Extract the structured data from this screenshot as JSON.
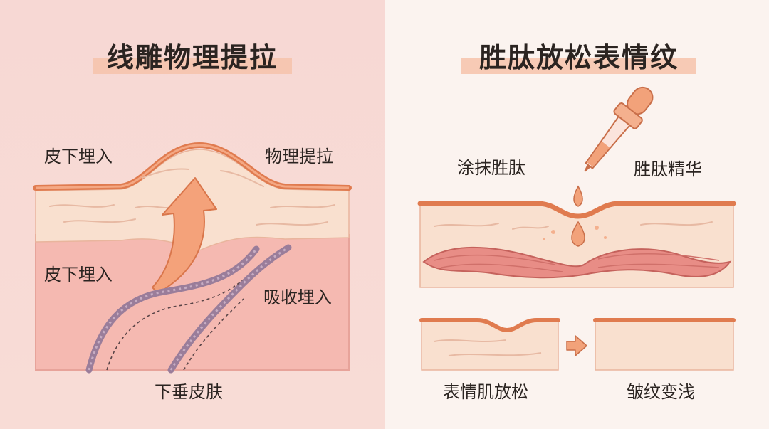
{
  "left": {
    "title": "线雕物理提拉",
    "labels": {
      "subdermal_top": "皮下埋入",
      "physical_lift": "物理提拉",
      "subdermal_mid": "皮下埋入",
      "absorb_embed": "吸收埋入",
      "sagging_skin": "下垂皮肤"
    }
  },
  "right": {
    "title": "胜肽放松表情纹",
    "labels": {
      "apply_peptide": "涂抹胜肽",
      "peptide_serum": "胜肽精华",
      "muscle_relax": "表情肌放松",
      "wrinkle_lighter": "皱纹变浅"
    }
  },
  "colors": {
    "skin_line": "#e07b4f",
    "dermis": "#f9dfcc",
    "muscle": "#e88d86",
    "thread": "#9a7d9a",
    "arrow": "#f2a27a",
    "title_highlight": "#f6c2aa"
  }
}
